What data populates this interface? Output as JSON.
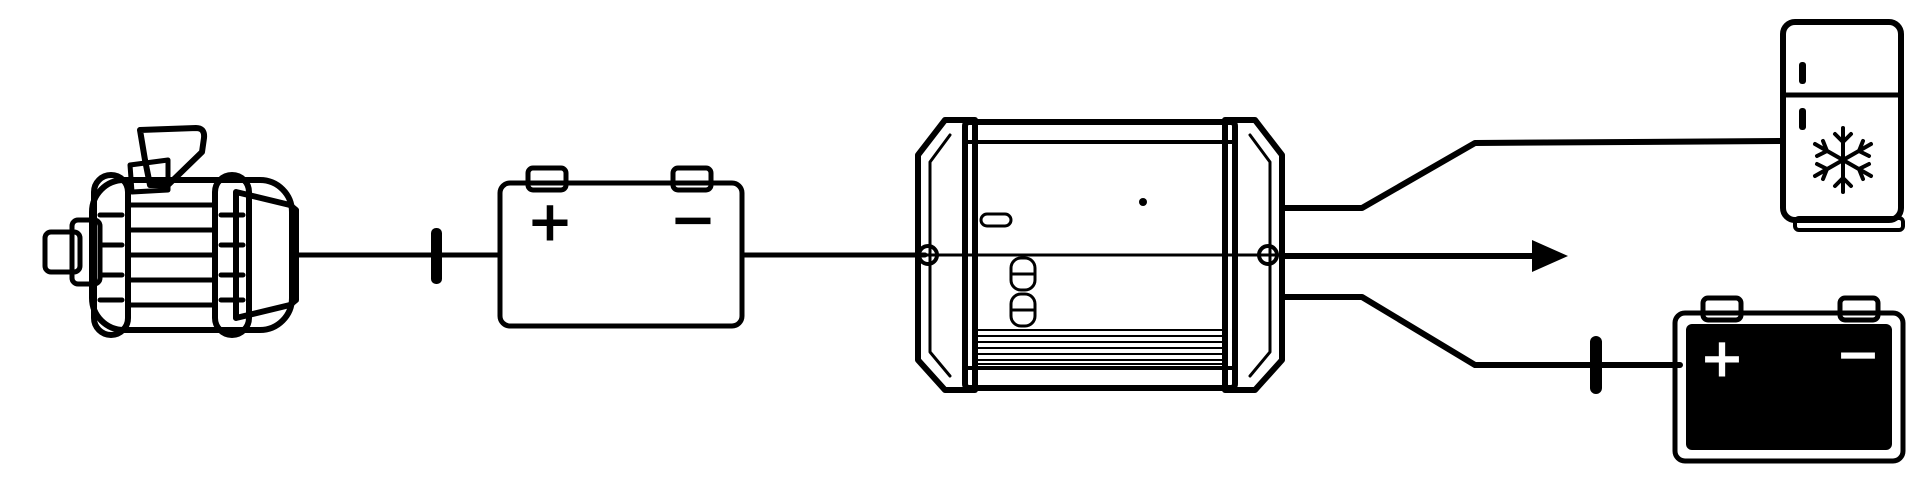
{
  "diagram": {
    "components": [
      {
        "id": "alternator",
        "icon": "alternator-icon"
      },
      {
        "id": "starter-battery",
        "icon": "battery-icon",
        "terminals": {
          "positive": "+",
          "negative": "−"
        }
      },
      {
        "id": "dc-dc-charger",
        "icon": "charger-box-icon"
      },
      {
        "id": "refrigerator",
        "icon": "fridge-icon",
        "badge_icon": "snowflake-icon"
      },
      {
        "id": "auxiliary-battery",
        "icon": "battery-icon",
        "terminals": {
          "positive": "+",
          "negative": "−"
        }
      }
    ],
    "connections": [
      {
        "from": "alternator",
        "to": "starter-battery",
        "fuse": true
      },
      {
        "from": "starter-battery",
        "to": "dc-dc-charger",
        "fuse": false
      },
      {
        "from": "dc-dc-charger",
        "to": "refrigerator",
        "fuse": false
      },
      {
        "from": "dc-dc-charger",
        "to": "output-arrow",
        "fuse": false
      },
      {
        "from": "dc-dc-charger",
        "to": "auxiliary-battery",
        "fuse": true
      }
    ],
    "colors": {
      "line": "#000000",
      "background": "#ffffff",
      "aux_battery_fill": "#000000"
    }
  }
}
